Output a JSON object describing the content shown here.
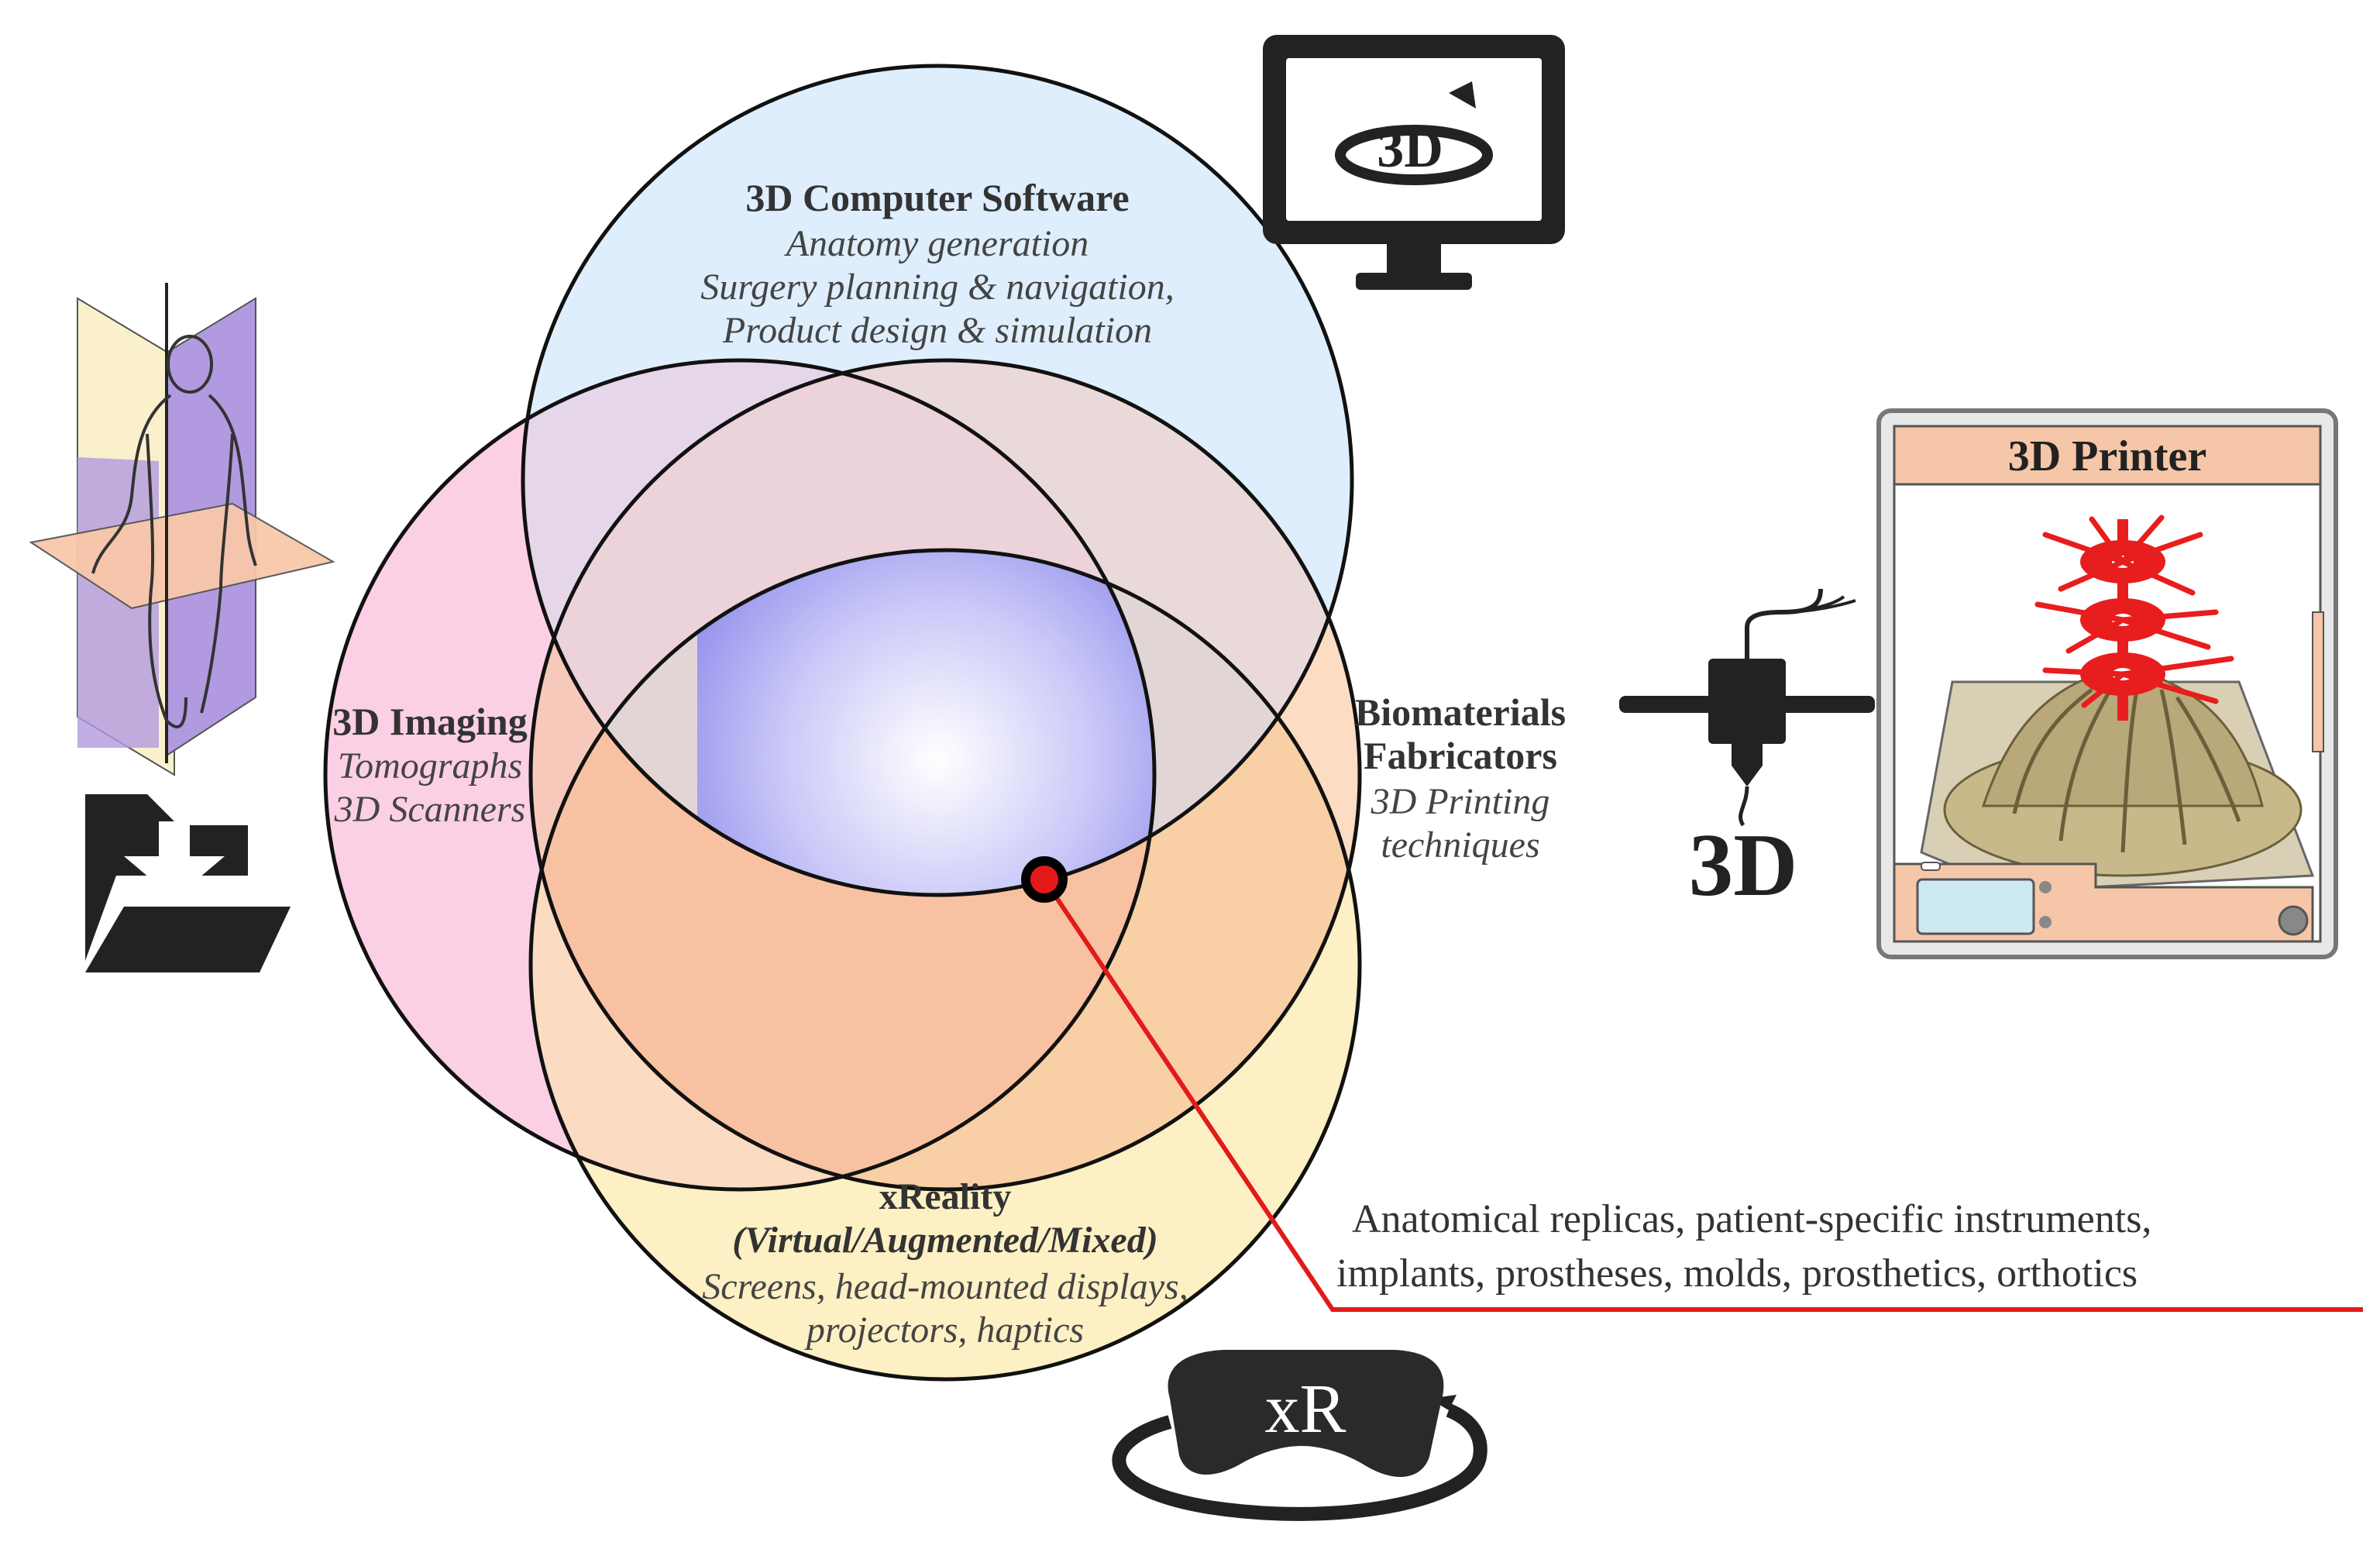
{
  "colors": {
    "software_fill": "#dfeefc",
    "imaging_fill": "#fbd0e4",
    "fabricators_fill": "#fddcc4",
    "xreality_fill": "#fdf0c4",
    "center_glow": "#a7a4f2",
    "outline": "#111111",
    "pointer": "#e31a1a",
    "printer_frame": "#f5c6a8",
    "printer_part": "#e81d1d",
    "printer_base": "#c8b98a"
  },
  "circles": {
    "software": {
      "title": "3D Computer Software",
      "line1": "Anatomy generation",
      "line2": "Surgery planning & navigation,",
      "line3": "Product design & simulation"
    },
    "imaging": {
      "title": "3D Imaging",
      "line1": "Tomographs",
      "line2": "3D Scanners"
    },
    "fabricators": {
      "title1": "Biomaterials",
      "title2": "Fabricators",
      "line1": "3D Printing",
      "line2": "techniques"
    },
    "xreality": {
      "title": "xReality",
      "subtitle": "(Virtual/Augmented/Mixed)",
      "line1": "Screens, head-mounted displays,",
      "line2": "projectors, haptics"
    }
  },
  "outcome": {
    "line1": "Anatomical replicas, patient-specific instruments,",
    "line2": "implants, prostheses, molds, prosthetics, orthotics"
  },
  "icons": {
    "monitor": {
      "name": "monitor-3d-icon",
      "label": "3D"
    },
    "printer": {
      "name": "3d-printer-icon",
      "label": "3D Printer"
    },
    "extruder": {
      "name": "extruder-nozzle-icon",
      "label": "3D"
    },
    "headset": {
      "name": "vr-headset-icon",
      "label": "xR"
    },
    "body_planes": {
      "name": "anatomical-planes-icon"
    },
    "folder": {
      "name": "folder-download-icon"
    }
  }
}
